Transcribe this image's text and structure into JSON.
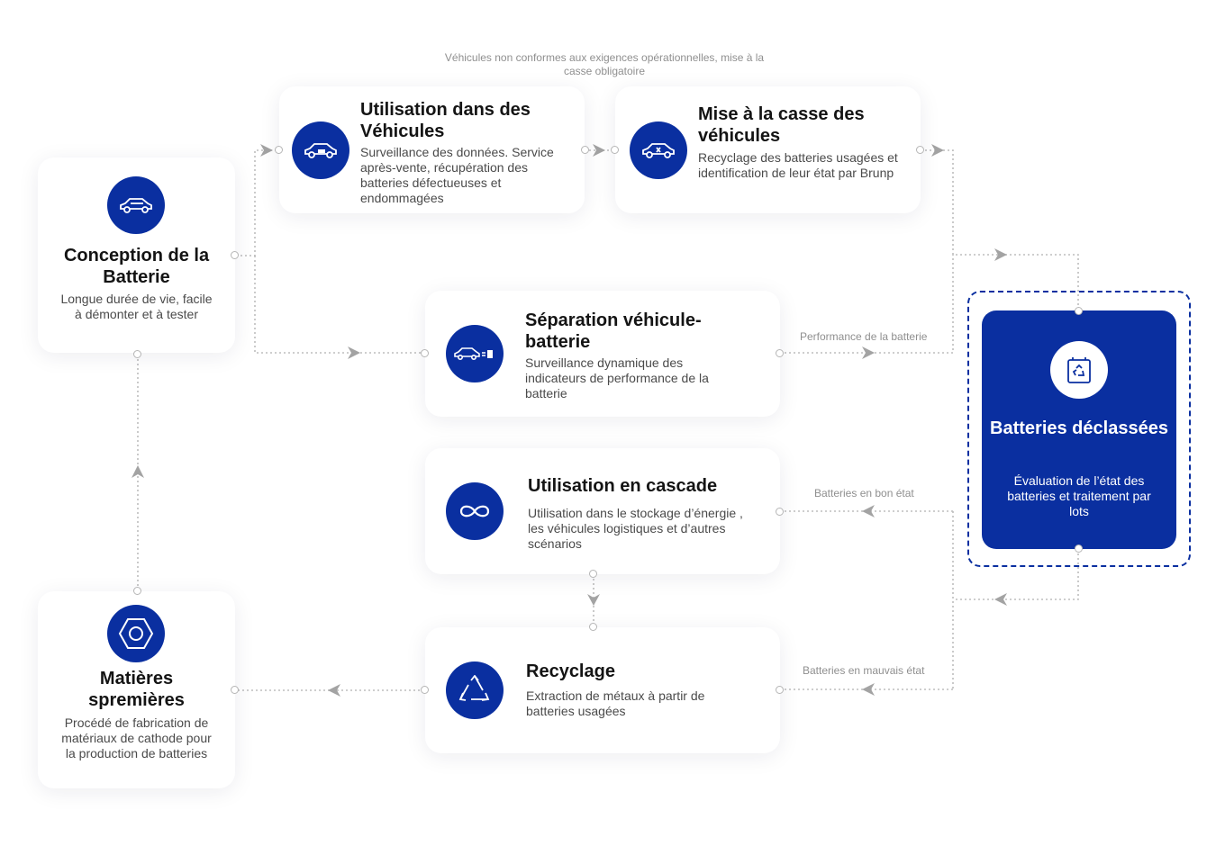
{
  "top_note": "Véhicules non conformes aux exigences opérationnelles, mise à la casse obligatoire",
  "nodes": {
    "conception": {
      "title": "Conception de la Batterie",
      "desc": "Longue durée de vie, facile à démonter et à tester",
      "icon": "car-icon"
    },
    "utilisation": {
      "title": "Utilisation dans des Véhicules",
      "desc": "Surveillance des données. Service après-vente, récupération des batteries défectueuses et endommagées",
      "icon": "car-battery-icon"
    },
    "casse": {
      "title": "Mise à la casse des véhicules",
      "desc": "Recyclage des batteries usagées et identification de leur état par Brunp",
      "icon": "car-scrap-icon"
    },
    "separation": {
      "title": "Séparation véhicule-batterie",
      "desc": "Surveillance dynamique des indicateurs de performance de la batterie",
      "icon": "car-plug-icon"
    },
    "cascade": {
      "title": "Utilisation en cascade",
      "desc": "Utilisation dans le stockage d’énergie , les véhicules logistiques et d’autres scénarios",
      "icon": "infinity-icon"
    },
    "recyclage": {
      "title": "Recyclage",
      "desc": "Extraction de métaux à partir de batteries usagées",
      "icon": "recycle-icon"
    },
    "matieres": {
      "title": "Matières spremières",
      "desc": "Procédé de fabrication de matériaux de cathode pour la production de batteries",
      "icon": "hexagon-icon"
    },
    "declassees": {
      "title": "Batteries déclassées",
      "desc": "Évaluation de l’état des batteries et traitement par lots",
      "icon": "battery-recycle-icon"
    }
  },
  "edge_labels": {
    "performance": "Performance de la batterie",
    "bon_etat": "Batteries en bon état",
    "mauvais_etat": "Batteries en mauvais état"
  },
  "colors": {
    "primary": "#0a2fa0",
    "connector": "#b5b5b5",
    "arrow": "#9a9a9a"
  }
}
